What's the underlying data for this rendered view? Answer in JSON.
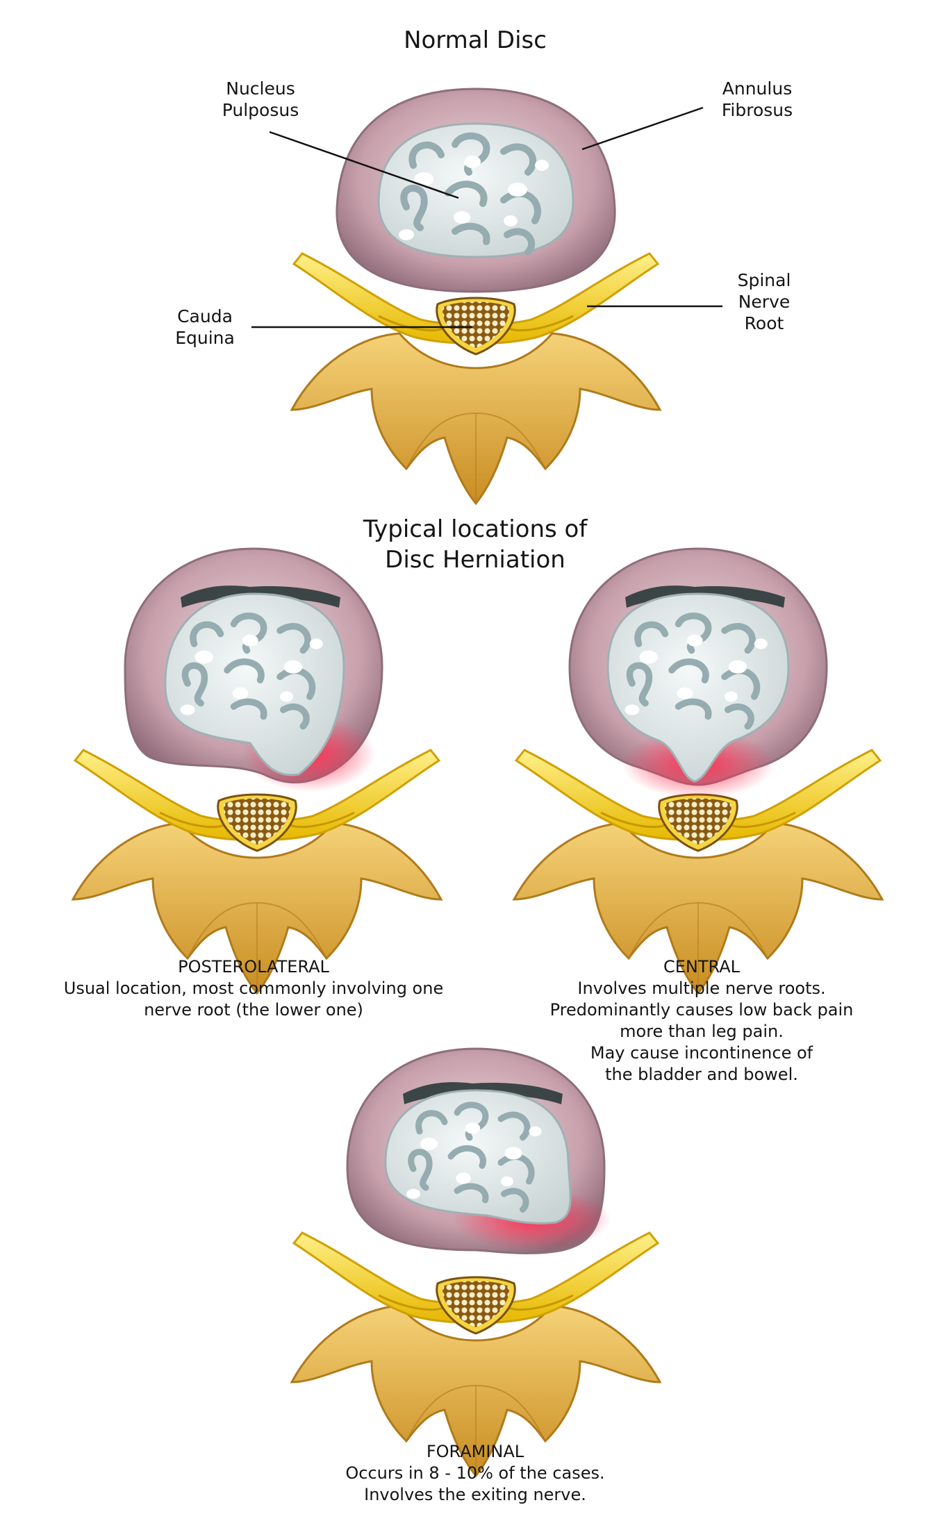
{
  "normal": {
    "title": "Normal Disc",
    "labels": {
      "nucleus": [
        "Nucleus",
        "Pulposus"
      ],
      "annulus": [
        "Annulus",
        "Fibrosus"
      ],
      "cauda": [
        "Cauda",
        "Equina"
      ],
      "spinal_nerve_root": [
        "Spinal",
        "Nerve",
        "Root"
      ]
    }
  },
  "herniation": {
    "title_lines": [
      "Typical locations of",
      "Disc Herniation"
    ],
    "posterolateral": {
      "heading": "POSTEROLATERAL",
      "lines": [
        "Usual location, most commonly involving one",
        "nerve root (the lower one)"
      ]
    },
    "central": {
      "heading": "CENTRAL",
      "lines": [
        "Involves multiple nerve roots.",
        "Predominantly causes low back pain",
        "more than leg pain.",
        "May cause incontinence of",
        "the bladder and bowel."
      ]
    },
    "foraminal": {
      "heading": "FORAMINAL",
      "lines": [
        "Occurs in 8 - 10% of the cases.",
        "Involves the exiting nerve."
      ]
    }
  },
  "colors": {
    "annulus": "#b98f9c",
    "nucleus": "#dfe6e6",
    "nucleus_swirl": "#95acb0",
    "nerve": "#f2cc1c",
    "bone": "#d9a63a",
    "herniation": "#e01a3c",
    "dark_rim": "#2b3a3a"
  }
}
